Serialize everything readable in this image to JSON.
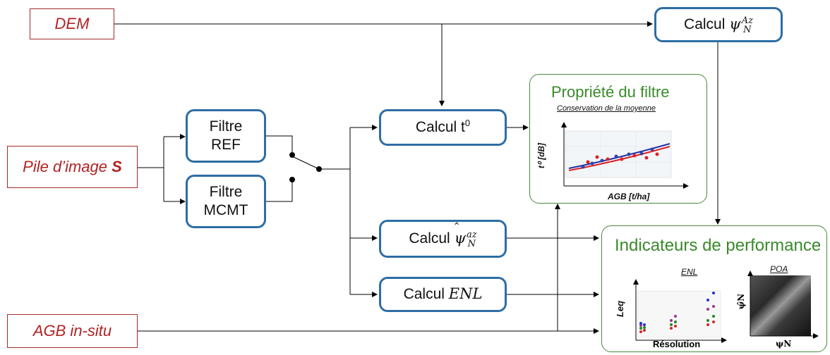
{
  "inputs": {
    "dem": "DEM",
    "pile_prefix": "Pile d’image ",
    "pile_var": "S",
    "agb": "AGB in-situ"
  },
  "filters": {
    "ref_line1": "Filtre",
    "ref_line2": "REF",
    "mcmt_line1": "Filtre",
    "mcmt_line2": "MCMT"
  },
  "calcs": {
    "t0_prefix": "Calcul t",
    "t0_sup": "0",
    "psi_az_prefix": "Calcul ",
    "psi_az_sym": "ψ",
    "psi_az_sup": "Az",
    "psi_az_sub": "N",
    "psi_hat_prefix": "Calcul ",
    "psi_hat_sup": "az",
    "psi_hat_sub": "N",
    "enl_prefix": "Calcul ",
    "enl_var": "ENL"
  },
  "filter_property": {
    "title": "Propriété du filtre",
    "subtitle": "Conservation de la moyenne",
    "ylabel": "t⁰ [dB]",
    "xlabel": "AGB [t/ha]"
  },
  "performance": {
    "title": "Indicateurs de performance",
    "enl_label": "ENL",
    "enl_ylabel": "Leq",
    "enl_xlabel": "Résolution",
    "poa_label": "POA",
    "poa_ylabel": "ψ̂N",
    "poa_xlabel": "ψN"
  },
  "colors": {
    "input_border": "#a52a2a",
    "input_text": "#b22222",
    "process_border": "#2e6da4",
    "panel_border": "#4a8a3a",
    "panel_title": "#3a8a2a"
  }
}
